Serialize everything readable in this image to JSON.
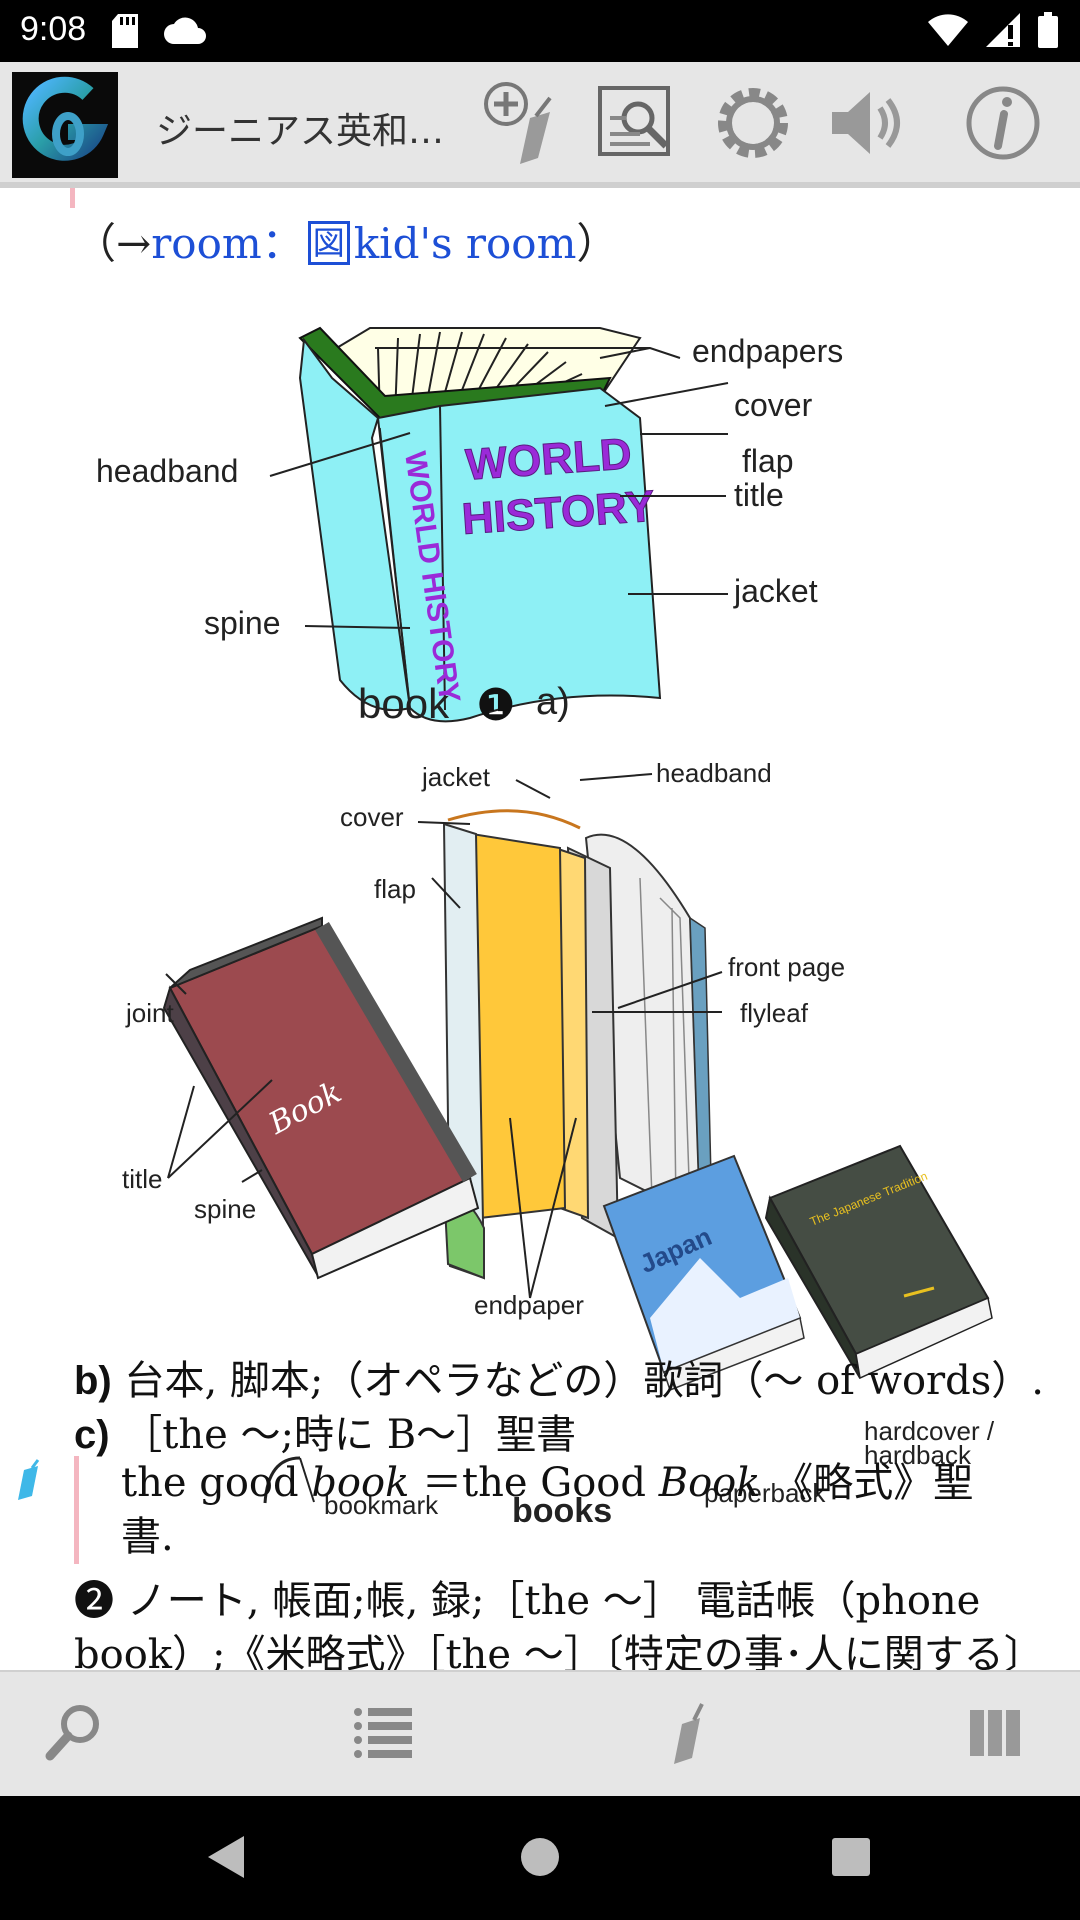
{
  "status": {
    "time": "9:08",
    "icons": [
      "sd-card-icon",
      "cloud-icon",
      "wifi-icon",
      "signal-icon",
      "battery-icon"
    ]
  },
  "app_bar": {
    "title": "ジーニアス英和…",
    "buttons": [
      "add-bookmark-icon",
      "image-search-icon",
      "settings-icon",
      "volume-icon",
      "info-icon"
    ]
  },
  "content": {
    "ref": {
      "open": "（→",
      "link": "room：",
      "fig_badge": "図",
      "link2": "kid's room",
      "close": "）"
    },
    "figure1": {
      "labels": {
        "endpapers": "endpapers",
        "cover": "cover",
        "flap": "flap",
        "title": "title",
        "jacket": "jacket",
        "headband": "headband",
        "spine": "spine",
        "cover_text_1": "WORLD",
        "cover_text_2": "HISTORY",
        "spine_text": "WORLD HISTORY"
      },
      "caption_word": "book",
      "caption_num": "❶",
      "caption_suffix": "a)"
    },
    "figure2": {
      "labels": {
        "jacket": "jacket",
        "headband": "headband",
        "cover": "cover",
        "flap": "flap",
        "front_page": "front page",
        "flyleaf": "flyleaf",
        "joint": "joint",
        "title": "title",
        "spine": "spine",
        "bookmark": "bookmark",
        "endpaper": "endpaper",
        "paperback": "paperback",
        "hardcover_1": "hardcover /",
        "hardcover_2": "hardback",
        "book_word": "Book",
        "japan_word": "Japan",
        "japanese_tradition": "The Japanese Tradition"
      },
      "caption": "books"
    },
    "def_b": {
      "marker": "b)",
      "text": "台本, 脚本;（オペラなどの）歌詞（～ of words）."
    },
    "def_c": {
      "marker": "c)",
      "text": "［the ～;時に B～］聖書"
    },
    "example": {
      "part1": "the good ",
      "book1": "book",
      "part2": " ＝the Good ",
      "book2": "Book",
      "part3": " 《略式》聖",
      "part4": "書."
    },
    "def_2": {
      "line1": "❷ ノート, 帳面;帳, 録;［the ～］ 電話帳（phone",
      "line2": "book）;《米略式》［the ～］〔特定の事･人に関する〕"
    }
  },
  "bottom_bar": {
    "buttons": [
      "search-icon",
      "list-icon",
      "marker-icon",
      "columns-icon"
    ]
  },
  "nav_bar": {
    "buttons": [
      "back-icon",
      "home-icon",
      "recents-icon"
    ]
  },
  "colors": {
    "link": "#1d4fd6",
    "cover_cyan": "#8ef0f5",
    "book_purple": "#9a2ad8"
  }
}
